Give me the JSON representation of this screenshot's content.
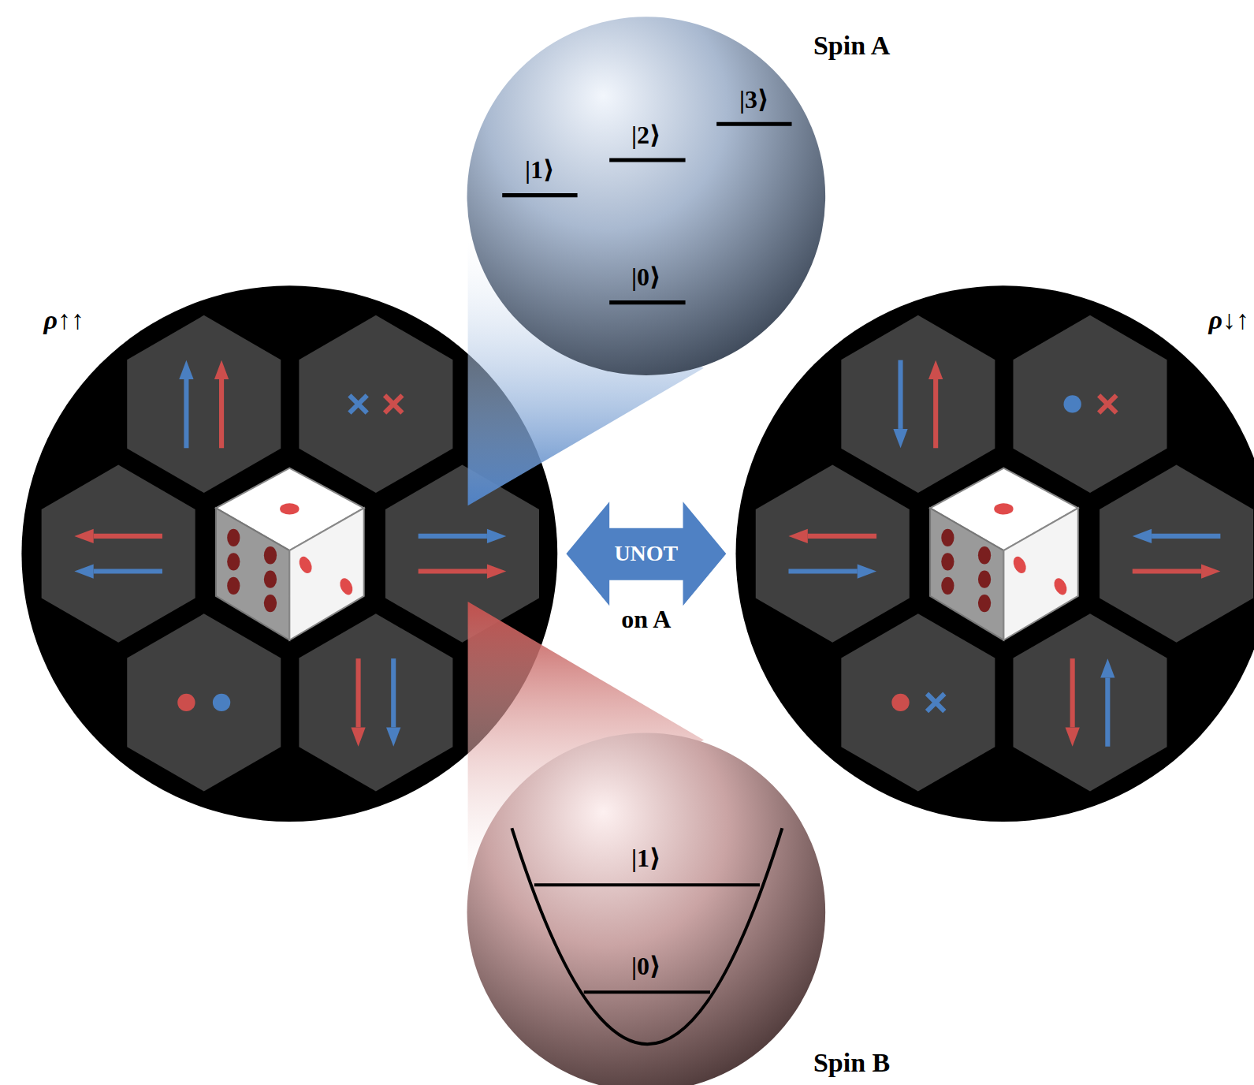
{
  "diagram": {
    "nodes": [
      {
        "text": [
          "ρ↑↑"
        ]
      },
      {
        "text": [
          "Spin A",
          "|1⟩",
          "|2⟩",
          "|3⟩",
          "|0⟩"
        ]
      },
      {
        "text": [
          "UNOT",
          "on A"
        ]
      },
      {
        "text": [
          "ρ↓↑"
        ]
      },
      {
        "text": [
          "Spin B",
          "|1⟩",
          "|0⟩"
        ]
      }
    ]
  }
}
